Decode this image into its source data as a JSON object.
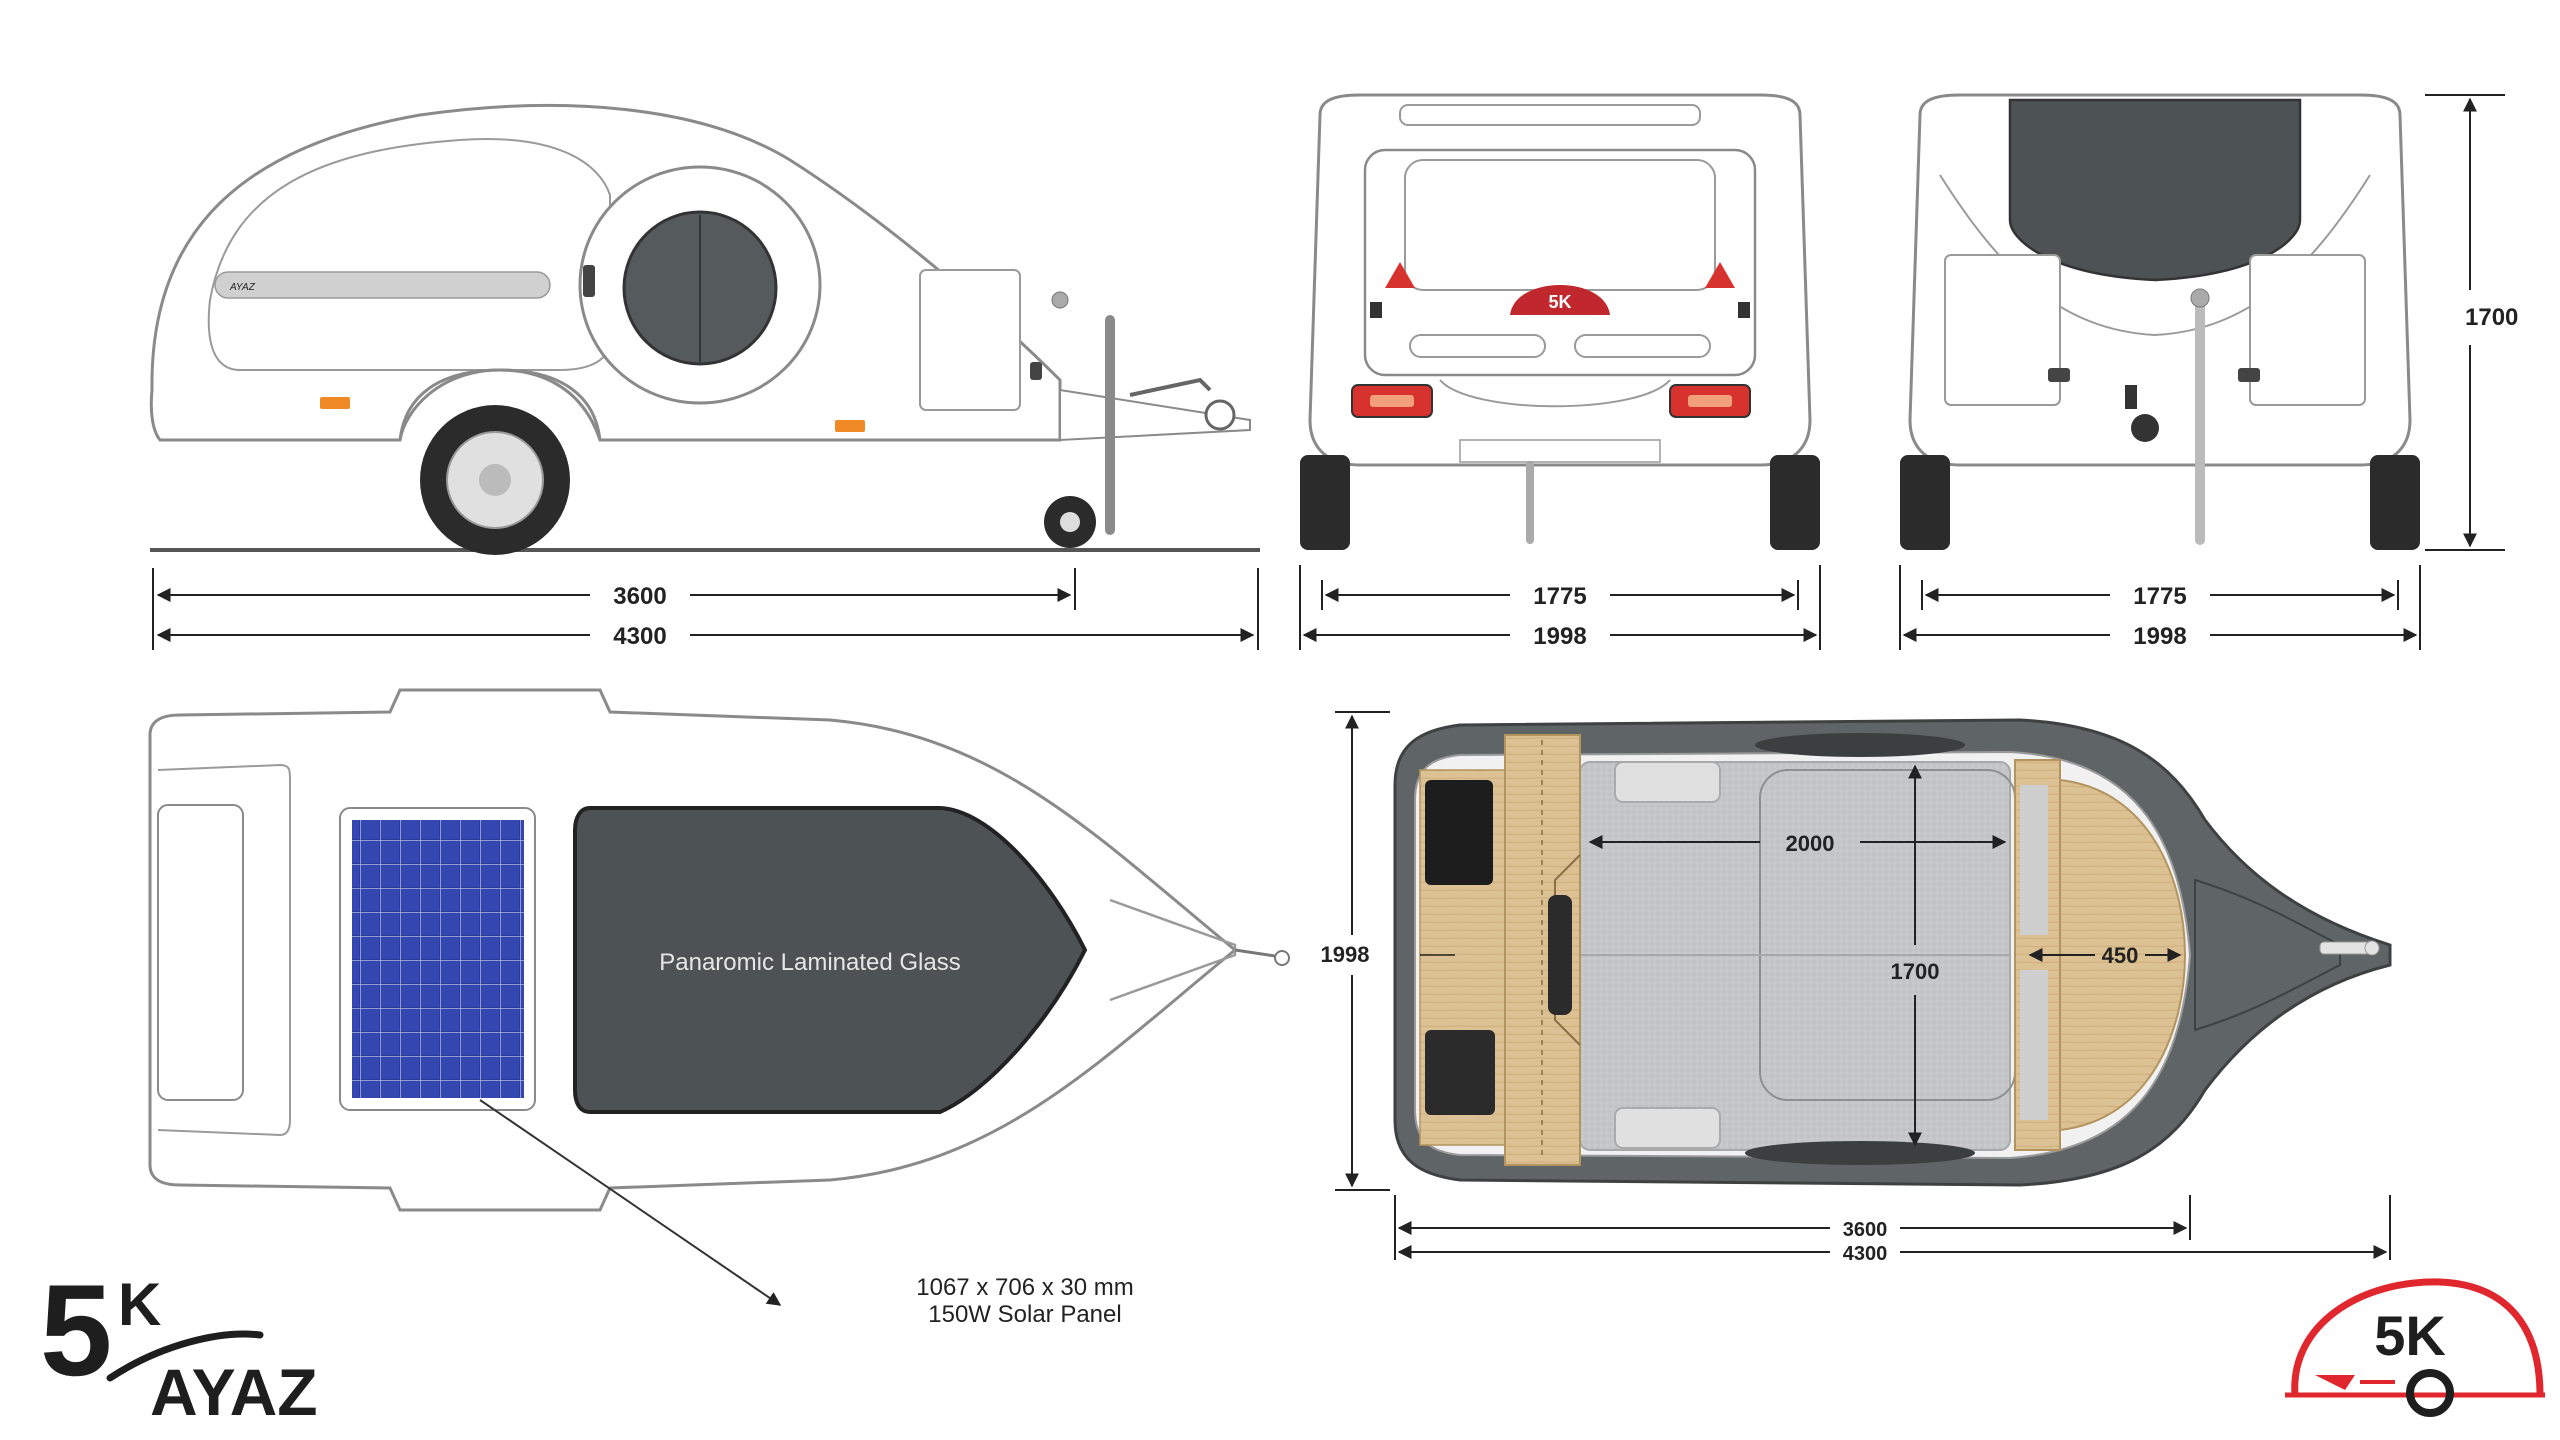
{
  "side_view": {
    "body_badge": "AYAZ",
    "dim_body_length": "3600",
    "dim_total_length": "4300"
  },
  "rear_view": {
    "badge": "5K",
    "dim_track": "1775",
    "dim_width": "1998"
  },
  "front_view": {
    "dim_track": "1775",
    "dim_width": "1998",
    "dim_height": "1700"
  },
  "top_view": {
    "glass_label": "Panaromic Laminated Glass",
    "solar_panel_size": "1067 x 706 x 30 mm",
    "solar_panel_rating": "150W  Solar Panel"
  },
  "floor_plan": {
    "dim_bed_length": "2000",
    "dim_bed_width": "1700",
    "dim_kitchen": "450",
    "dim_width": "1998",
    "dim_body_length": "3600",
    "dim_total_length": "4300"
  },
  "brand": {
    "logo_numeral": "5",
    "logo_k": "K",
    "logo_word": "AYAZ",
    "emblem_text": "5K",
    "accent_color": "#e0272d"
  },
  "colors": {
    "line": "#7a7a7a",
    "glass": "#4d5354",
    "wood": "#dcc194",
    "fabric": "#c4c6c8",
    "solar": "#2a3a9c",
    "amber": "#f08a24",
    "red_lamp": "#d8322e"
  }
}
